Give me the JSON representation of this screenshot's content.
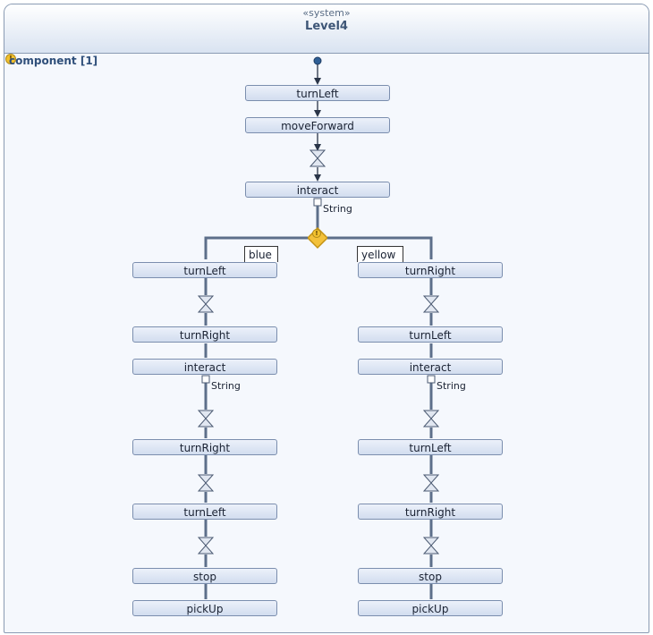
{
  "system": {
    "stereotype": "«system»",
    "name": "Level4"
  },
  "component": {
    "label": "component [1]"
  },
  "main": {
    "nodes": [
      "turnLeft",
      "moveForward",
      "interact"
    ],
    "pin_label": "String"
  },
  "branches": {
    "left": {
      "guard": "blue",
      "nodes": [
        "turnLeft",
        "turnRight",
        "interact",
        "turnRight",
        "turnLeft",
        "stop",
        "pickUp"
      ],
      "pin_label": "String"
    },
    "right": {
      "guard": "yellow",
      "nodes": [
        "turnRight",
        "turnLeft",
        "interact",
        "turnLeft",
        "turnRight",
        "stop",
        "pickUp"
      ],
      "pin_label": "String"
    }
  },
  "colors": {
    "flow": "#5d6f8a",
    "node_border": "#7b8eae",
    "decision": "#f3c13a",
    "initial": "#2f5f95"
  }
}
